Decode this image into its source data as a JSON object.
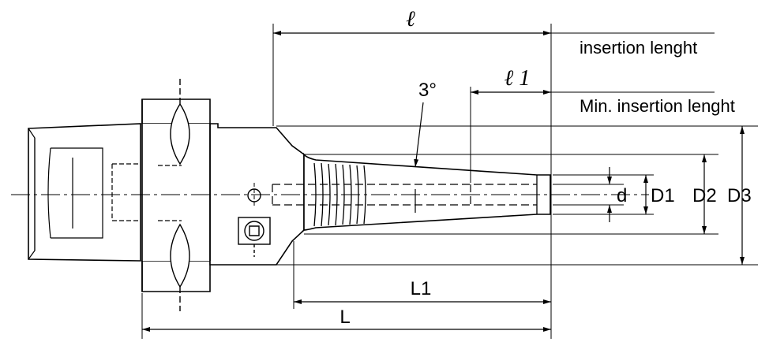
{
  "labels": {
    "l": "ℓ",
    "l1": "ℓ 1",
    "insertion_length": "insertion lenght",
    "min_insertion_length": "Min. insertion lenght",
    "angle": "3°",
    "d": "d",
    "D1": "D1",
    "D2": "D2",
    "D3": "D3",
    "L1": "L1",
    "L": "L"
  }
}
